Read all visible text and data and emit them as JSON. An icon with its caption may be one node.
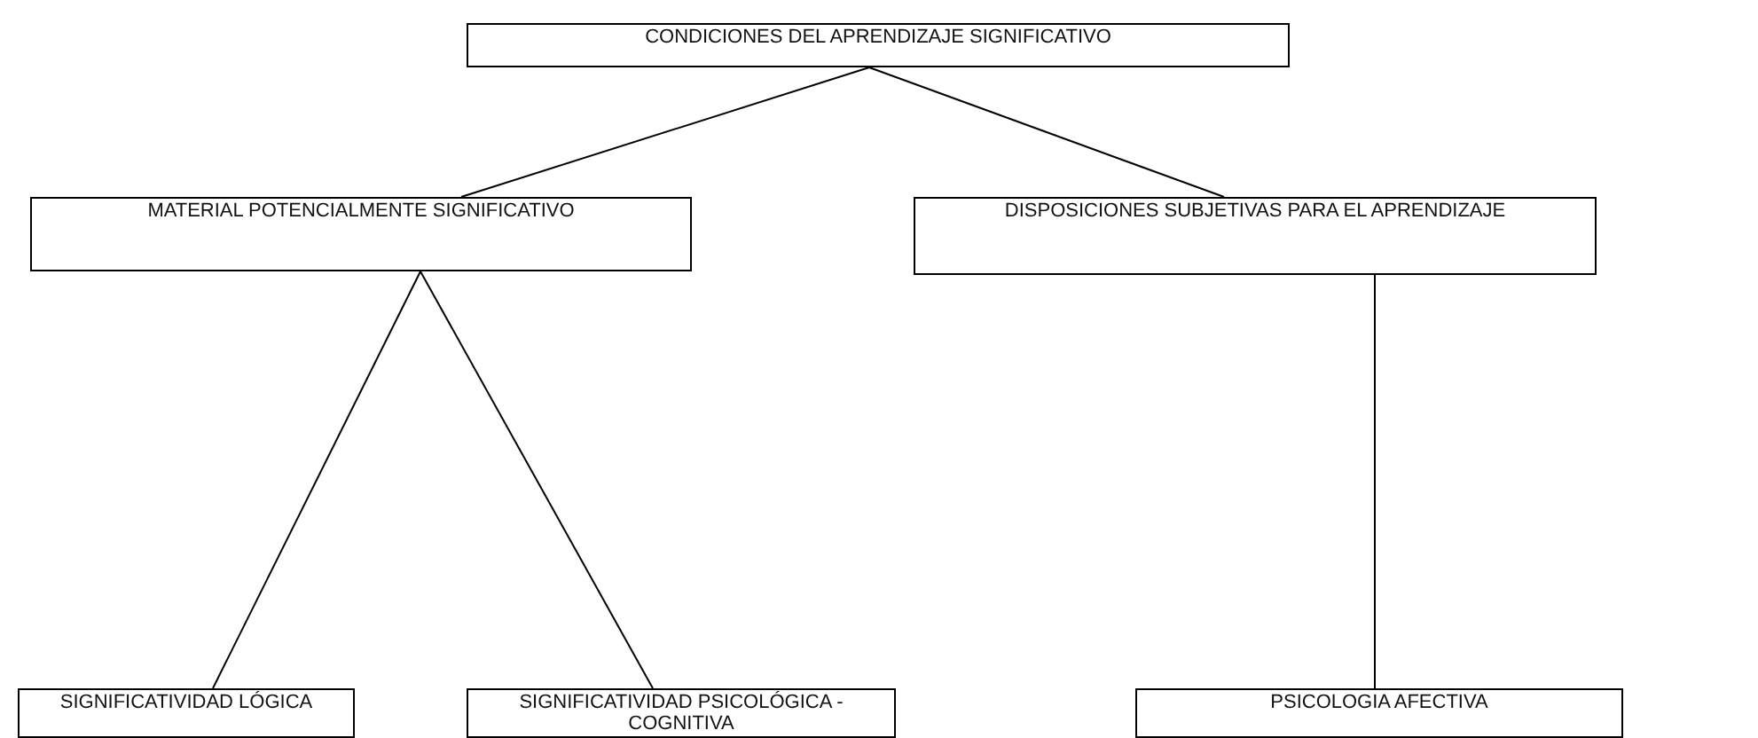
{
  "diagram": {
    "nodes": [
      {
        "text": [
          "CONDICIONES DEL APRENDIZAJE SIGNIFICATIVO"
        ]
      },
      {
        "text": [
          "MATERIAL POTENCIALMENTE SIGNIFICATIVO"
        ]
      },
      {
        "text": [
          "DISPOSICIONES SUBJETIVAS PARA EL APRENDIZAJE"
        ]
      },
      {
        "text": [
          "SIGNIFICATIVIDAD LÓGICA"
        ]
      },
      {
        "text": [
          "SIGNIFICATIVIDAD PSICOLÓGICA - COGNITIVA"
        ]
      },
      {
        "text": [
          "PSICOLOGIA AFECTIVA"
        ]
      }
    ],
    "edges": [
      {
        "from": 0,
        "to": 1,
        "arrow": "none"
      },
      {
        "from": 0,
        "to": 2,
        "arrow": "none"
      },
      {
        "from": 1,
        "to": 3,
        "arrow": "none"
      },
      {
        "from": 1,
        "to": 4,
        "arrow": "none"
      },
      {
        "from": 2,
        "to": 5,
        "arrow": "none"
      }
    ]
  }
}
